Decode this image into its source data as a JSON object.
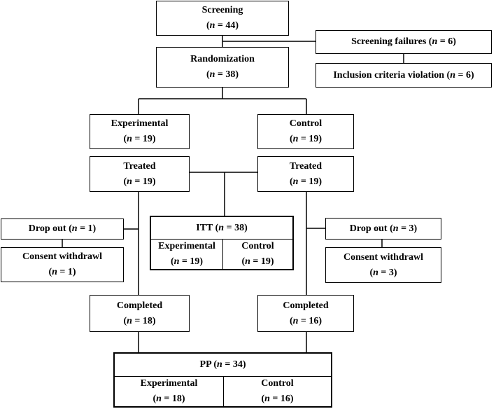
{
  "n_symbol": "n",
  "screening": {
    "title": "Screening",
    "n": "44"
  },
  "screening_failures": {
    "title": "Screening failures",
    "n": "6"
  },
  "inclusion_violation": {
    "title": "Inclusion criteria violation",
    "n": "6"
  },
  "randomization": {
    "title": "Randomization",
    "n": "38"
  },
  "experimental": {
    "title": "Experimental",
    "n": "19"
  },
  "control": {
    "title": "Control",
    "n": "19"
  },
  "treated_exp": {
    "title": "Treated",
    "n": "19"
  },
  "treated_ctrl": {
    "title": "Treated",
    "n": "19"
  },
  "dropout_exp": {
    "title": "Drop out",
    "n": "1"
  },
  "withdrawal_exp": {
    "title": "Consent withdrawl",
    "n": "1"
  },
  "dropout_ctrl": {
    "title": "Drop out",
    "n": "3"
  },
  "withdrawal_ctrl": {
    "title": "Consent withdrawl",
    "n": "3"
  },
  "itt": {
    "title": "ITT",
    "n": "38",
    "left": {
      "title": "Experimental",
      "n": "19"
    },
    "right": {
      "title": "Control",
      "n": "19"
    }
  },
  "completed_exp": {
    "title": "Completed",
    "n": "18"
  },
  "completed_ctrl": {
    "title": "Completed",
    "n": "16"
  },
  "pp": {
    "title": "PP",
    "n": "34",
    "left": {
      "title": "Experimental",
      "n": "18"
    },
    "right": {
      "title": "Control",
      "n": "16"
    }
  }
}
